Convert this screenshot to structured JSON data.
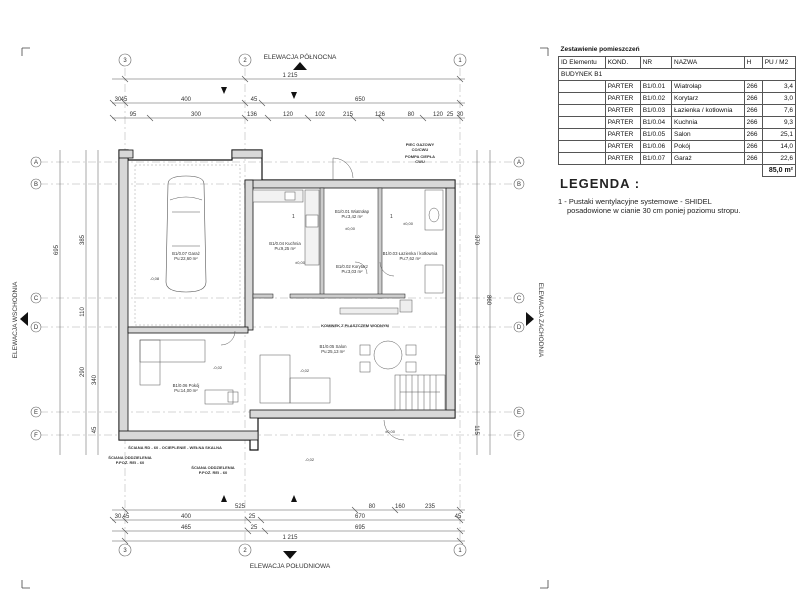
{
  "plan": {
    "elevations": {
      "north": "ELEWACJA PÓŁNOCNA",
      "south": "ELEWACJA POŁUDNIOWA",
      "east": "ELEWACJA WSCHODNIA",
      "west": "ELEWACJA ZACHODNIA"
    },
    "grid_numbers": [
      "3",
      "2",
      "1"
    ],
    "grid_letters": [
      "A",
      "B",
      "C",
      "D",
      "E",
      "F"
    ],
    "dims": {
      "top_total": "1 215",
      "top_row2": [
        "30",
        "45",
        "400",
        "45",
        "650"
      ],
      "top_row3": [
        "95",
        "300",
        "136",
        "120",
        "102",
        "215",
        "126",
        "80",
        "120",
        "25",
        "30"
      ],
      "left_total": "695",
      "left_parts": [
        "385",
        "110",
        "290",
        "340",
        "45"
      ],
      "right_total": "860",
      "right_parts": [
        "370",
        "375",
        "115"
      ],
      "bottom_row1": [
        "525",
        "80",
        "160",
        "235"
      ],
      "bottom_row2": [
        "30",
        "45",
        "400",
        "25",
        "670",
        "45"
      ],
      "bottom_row3": [
        "465",
        "25",
        "695"
      ],
      "bottom_total": "1 215"
    },
    "rooms": {
      "garage": "B1/0.07 Garaż",
      "garage_area": "Pu:22,60 m²",
      "kitchen": "B1/0.04 Kuchnia",
      "kitchen_area": "Pu:9,25 m²",
      "windlobby": "B1/0.01 Wiatrołap",
      "windlobby_area": "Pu:3,42 m²",
      "corridor": "B1/0.02 Korytarz",
      "corridor_area": "Pu:3,03 m²",
      "bathroom": "B1/0.03 Łazienka / kotłownia",
      "bathroom_area": "Pu:7,62 m²",
      "living": "B1/0.05 Salon",
      "living_area": "Pu:25,13 m²",
      "room": "B1/0.06 Pokój",
      "room_area": "Pu:14,00 m²"
    },
    "notes": {
      "boiler": "PIEC GAZOWY",
      "boiler2": "CO/CWU",
      "heatpump": "POMPA CIEPŁA",
      "heatpump2": "CWU",
      "fireplace": "KOMINEK Z PŁASZCZEM WODNYM",
      "wall_note": "ŚCIANA RD - 60 - OCIEPLENIE - WEŁNA SKALNA",
      "section1": "ŚCIANA ODDZIELENIA",
      "section1_b": "P.POŻ. REI - 60",
      "section2": "ŚCIANA ODDZIELENIA",
      "section2_b": "P.POŻ. REI - 60"
    },
    "levels": [
      "-0,08",
      "±0,00",
      "±0,00",
      "±0,00",
      "-0,02",
      "-0,02",
      "±0,00",
      "-0,02"
    ],
    "marker": "1"
  },
  "schedule": {
    "title": "Zestawienie pomieszczeń",
    "headers": [
      "ID Elementu",
      "KOND.",
      "NR",
      "NAZWA",
      "H",
      "PU / M2"
    ],
    "building": "BUDYNEK B1",
    "rows": [
      {
        "floor": "PARTER",
        "nr": "B1/0.01",
        "name": "Wiatrołap",
        "h": "266",
        "pu": "3,4"
      },
      {
        "floor": "PARTER",
        "nr": "B1/0.02",
        "name": "Korytarz",
        "h": "266",
        "pu": "3,0"
      },
      {
        "floor": "PARTER",
        "nr": "B1/0.03",
        "name": "Łazienka / kotłownia",
        "h": "266",
        "pu": "7,6"
      },
      {
        "floor": "PARTER",
        "nr": "B1/0.04",
        "name": "Kuchnia",
        "h": "266",
        "pu": "9,3"
      },
      {
        "floor": "PARTER",
        "nr": "B1/0.05",
        "name": "Salon",
        "h": "266",
        "pu": "25,1"
      },
      {
        "floor": "PARTER",
        "nr": "B1/0.06",
        "name": "Pokój",
        "h": "266",
        "pu": "14,0"
      },
      {
        "floor": "PARTER",
        "nr": "B1/0.07",
        "name": "Garaż",
        "h": "266",
        "pu": "22,6"
      }
    ],
    "total": "85,0 m²"
  },
  "legend": {
    "title": "LEGENDA :",
    "item1_line1": "1 - Pustaki wentylacyjne systemowe - SHIDEL",
    "item1_line2": "posadowione w cianie 30 cm poniej poziomu stropu."
  }
}
